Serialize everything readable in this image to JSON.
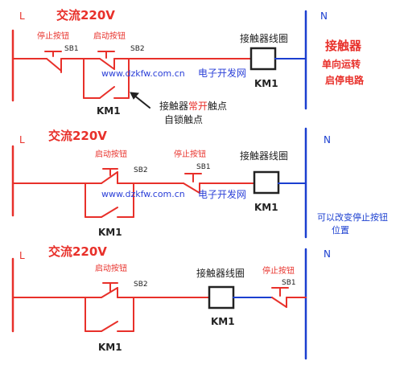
{
  "colors": {
    "live": "#e8302a",
    "neutral": "#1b3fd0",
    "ink": "#222222",
    "watermark": "#2a3fd8"
  },
  "common": {
    "live_label": "L",
    "neutral_label": "N",
    "supply_label": "交流220V",
    "start_button": "启动按钮",
    "stop_button": "停止按钮",
    "contactor_coil": "接触器线圈",
    "sb1": "SB1",
    "sb2": "SB2",
    "km1": "KM1"
  },
  "circuit1": {
    "title": "接触器",
    "subtitle1": "单向运转",
    "subtitle2": "启停电路",
    "note1_a": "接触器",
    "note1_b": "常开",
    "note1_c": "触点",
    "note2": "自锁触点"
  },
  "circuit2": {
    "note1": "可以改变停止按钮",
    "note2": "位置"
  },
  "watermark": {
    "url": "www.dzkfw.com.cn",
    "site": "电子开发网"
  }
}
